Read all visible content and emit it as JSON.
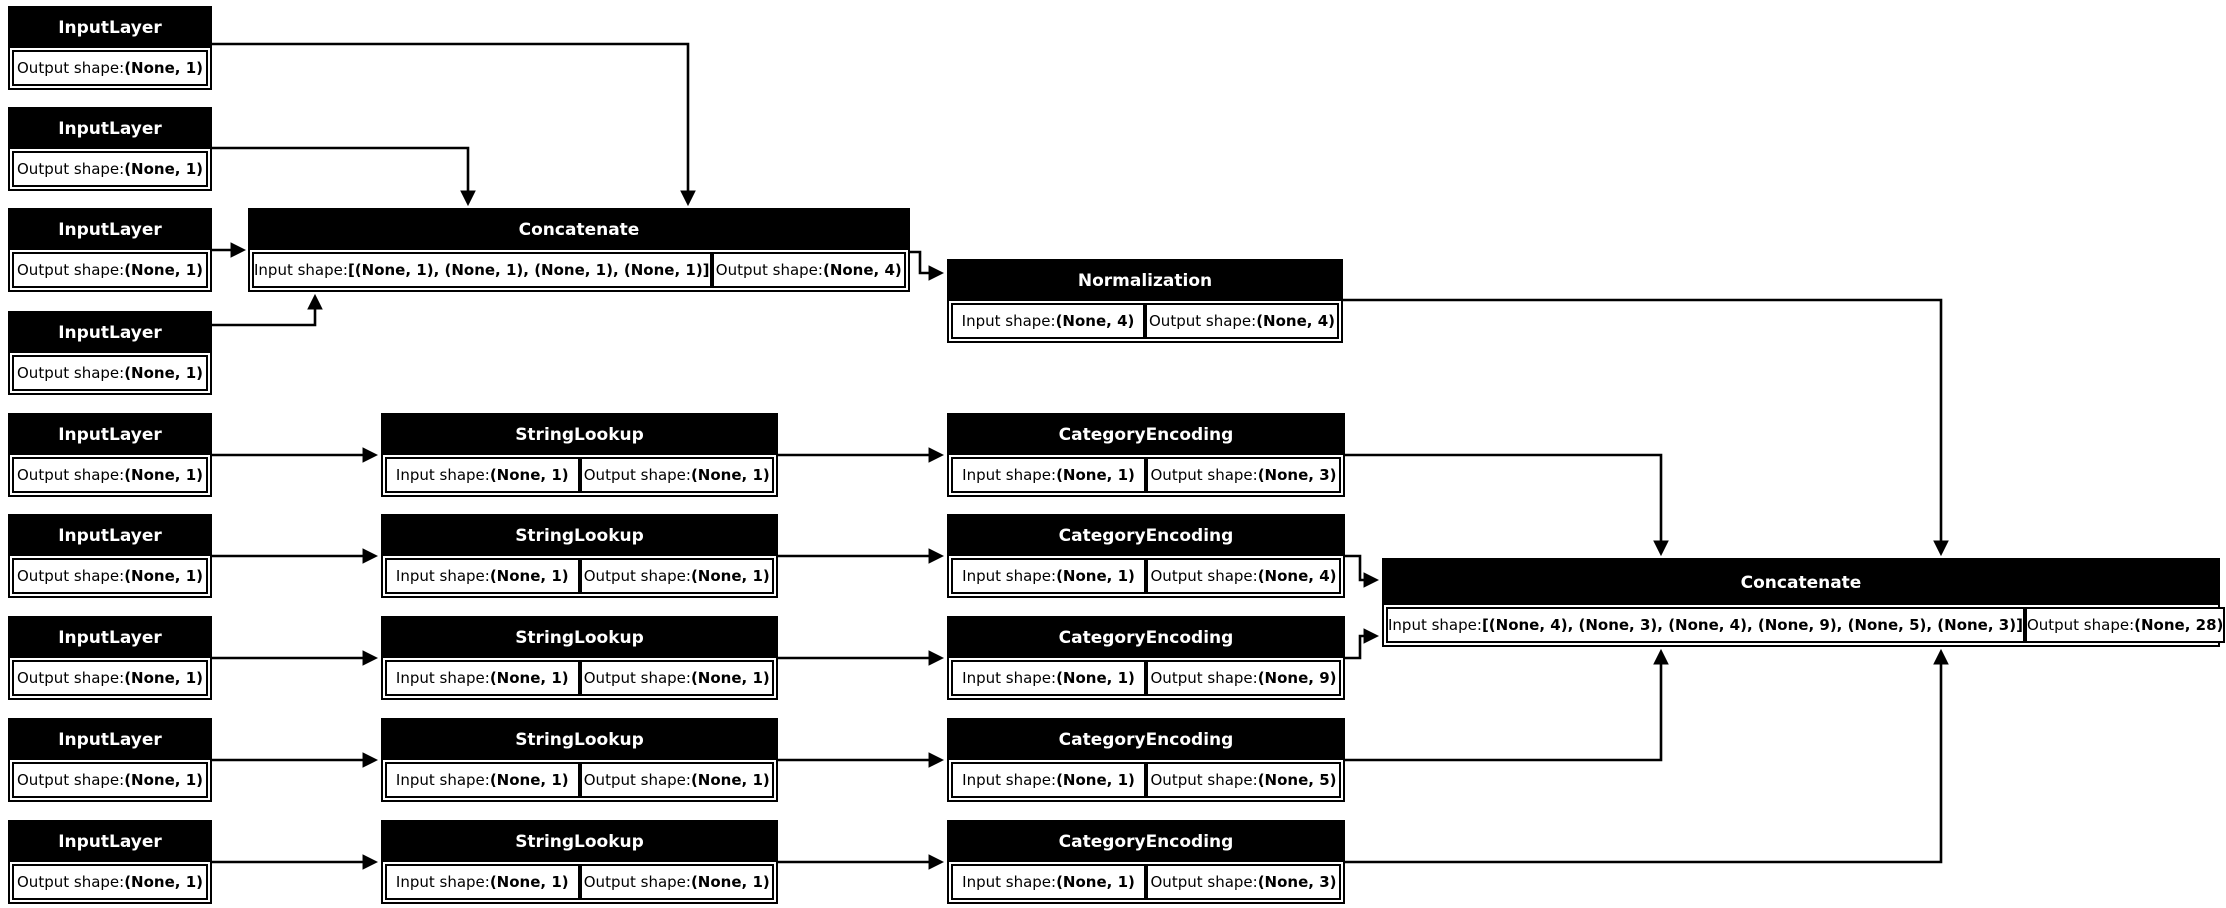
{
  "diagram": {
    "colors": {
      "node_fill": "#000000",
      "node_title_text": "#ffffff",
      "cell_fill": "#ffffff",
      "cell_text": "#000000",
      "edge_color": "#000000",
      "background": "#ffffff"
    },
    "nodes": [
      {
        "id": "input_layer_1",
        "title": "InputLayer",
        "cells": [
          {
            "label": "Output shape: ",
            "value": "(None, 1)"
          }
        ]
      },
      {
        "id": "input_layer_2",
        "title": "InputLayer",
        "cells": [
          {
            "label": "Output shape: ",
            "value": "(None, 1)"
          }
        ]
      },
      {
        "id": "input_layer_3",
        "title": "InputLayer",
        "cells": [
          {
            "label": "Output shape: ",
            "value": "(None, 1)"
          }
        ]
      },
      {
        "id": "input_layer_4",
        "title": "InputLayer",
        "cells": [
          {
            "label": "Output shape: ",
            "value": "(None, 1)"
          }
        ]
      },
      {
        "id": "concatenate_1",
        "title": "Concatenate",
        "cells": [
          {
            "label": "Input shape: ",
            "value": "[(None, 1), (None, 1), (None, 1), (None, 1)]"
          },
          {
            "label": "Output shape: ",
            "value": "(None, 4)"
          }
        ]
      },
      {
        "id": "normalization",
        "title": "Normalization",
        "cells": [
          {
            "label": "Input shape: ",
            "value": "(None, 4)"
          },
          {
            "label": "Output shape: ",
            "value": "(None, 4)"
          }
        ]
      },
      {
        "id": "input_layer_5",
        "title": "InputLayer",
        "cells": [
          {
            "label": "Output shape: ",
            "value": "(None, 1)"
          }
        ]
      },
      {
        "id": "string_lookup_1",
        "title": "StringLookup",
        "cells": [
          {
            "label": "Input shape: ",
            "value": "(None, 1)"
          },
          {
            "label": "Output shape: ",
            "value": "(None, 1)"
          }
        ]
      },
      {
        "id": "category_encoding_1",
        "title": "CategoryEncoding",
        "cells": [
          {
            "label": "Input shape: ",
            "value": "(None, 1)"
          },
          {
            "label": "Output shape: ",
            "value": "(None, 3)"
          }
        ]
      },
      {
        "id": "input_layer_6",
        "title": "InputLayer",
        "cells": [
          {
            "label": "Output shape: ",
            "value": "(None, 1)"
          }
        ]
      },
      {
        "id": "string_lookup_2",
        "title": "StringLookup",
        "cells": [
          {
            "label": "Input shape: ",
            "value": "(None, 1)"
          },
          {
            "label": "Output shape: ",
            "value": "(None, 1)"
          }
        ]
      },
      {
        "id": "category_encoding_2",
        "title": "CategoryEncoding",
        "cells": [
          {
            "label": "Input shape: ",
            "value": "(None, 1)"
          },
          {
            "label": "Output shape: ",
            "value": "(None, 4)"
          }
        ]
      },
      {
        "id": "input_layer_7",
        "title": "InputLayer",
        "cells": [
          {
            "label": "Output shape: ",
            "value": "(None, 1)"
          }
        ]
      },
      {
        "id": "string_lookup_3",
        "title": "StringLookup",
        "cells": [
          {
            "label": "Input shape: ",
            "value": "(None, 1)"
          },
          {
            "label": "Output shape: ",
            "value": "(None, 1)"
          }
        ]
      },
      {
        "id": "category_encoding_3",
        "title": "CategoryEncoding",
        "cells": [
          {
            "label": "Input shape: ",
            "value": "(None, 1)"
          },
          {
            "label": "Output shape: ",
            "value": "(None, 9)"
          }
        ]
      },
      {
        "id": "input_layer_8",
        "title": "InputLayer",
        "cells": [
          {
            "label": "Output shape: ",
            "value": "(None, 1)"
          }
        ]
      },
      {
        "id": "string_lookup_4",
        "title": "StringLookup",
        "cells": [
          {
            "label": "Input shape: ",
            "value": "(None, 1)"
          },
          {
            "label": "Output shape: ",
            "value": "(None, 1)"
          }
        ]
      },
      {
        "id": "category_encoding_4",
        "title": "CategoryEncoding",
        "cells": [
          {
            "label": "Input shape: ",
            "value": "(None, 1)"
          },
          {
            "label": "Output shape: ",
            "value": "(None, 5)"
          }
        ]
      },
      {
        "id": "input_layer_9",
        "title": "InputLayer",
        "cells": [
          {
            "label": "Output shape: ",
            "value": "(None, 1)"
          }
        ]
      },
      {
        "id": "string_lookup_5",
        "title": "StringLookup",
        "cells": [
          {
            "label": "Input shape: ",
            "value": "(None, 1)"
          },
          {
            "label": "Output shape: ",
            "value": "(None, 1)"
          }
        ]
      },
      {
        "id": "category_encoding_5",
        "title": "CategoryEncoding",
        "cells": [
          {
            "label": "Input shape: ",
            "value": "(None, 1)"
          },
          {
            "label": "Output shape: ",
            "value": "(None, 3)"
          }
        ]
      },
      {
        "id": "concatenate_2",
        "title": "Concatenate",
        "cells": [
          {
            "label": "Input shape: ",
            "value": "[(None, 4), (None, 3), (None, 4), (None, 9), (None, 5), (None, 3)]"
          },
          {
            "label": "Output shape: ",
            "value": "(None, 28)"
          }
        ]
      }
    ],
    "edges": [
      {
        "from": "input_layer_1",
        "to": "concatenate_1"
      },
      {
        "from": "input_layer_2",
        "to": "concatenate_1"
      },
      {
        "from": "input_layer_3",
        "to": "concatenate_1"
      },
      {
        "from": "input_layer_4",
        "to": "concatenate_1"
      },
      {
        "from": "concatenate_1",
        "to": "normalization"
      },
      {
        "from": "normalization",
        "to": "concatenate_2"
      },
      {
        "from": "input_layer_5",
        "to": "string_lookup_1"
      },
      {
        "from": "input_layer_6",
        "to": "string_lookup_2"
      },
      {
        "from": "input_layer_7",
        "to": "string_lookup_3"
      },
      {
        "from": "input_layer_8",
        "to": "string_lookup_4"
      },
      {
        "from": "input_layer_9",
        "to": "string_lookup_5"
      },
      {
        "from": "string_lookup_1",
        "to": "category_encoding_1"
      },
      {
        "from": "string_lookup_2",
        "to": "category_encoding_2"
      },
      {
        "from": "string_lookup_3",
        "to": "category_encoding_3"
      },
      {
        "from": "string_lookup_4",
        "to": "category_encoding_4"
      },
      {
        "from": "string_lookup_5",
        "to": "category_encoding_5"
      },
      {
        "from": "category_encoding_1",
        "to": "concatenate_2"
      },
      {
        "from": "category_encoding_2",
        "to": "concatenate_2"
      },
      {
        "from": "category_encoding_3",
        "to": "concatenate_2"
      },
      {
        "from": "category_encoding_4",
        "to": "concatenate_2"
      },
      {
        "from": "category_encoding_5",
        "to": "concatenate_2"
      }
    ]
  }
}
